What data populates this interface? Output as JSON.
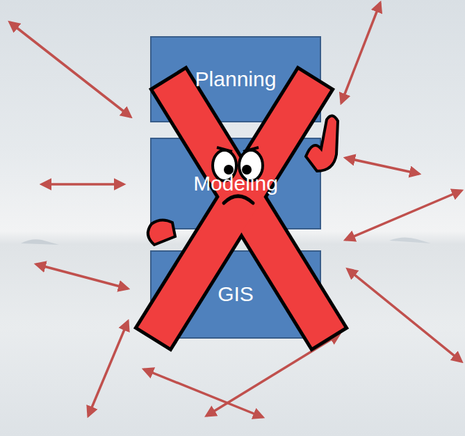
{
  "diagram": {
    "nodes": [
      {
        "text": [
          "Planning"
        ]
      },
      {
        "text": [
          "Modeling"
        ]
      },
      {
        "text": [
          "GIS"
        ]
      }
    ]
  }
}
